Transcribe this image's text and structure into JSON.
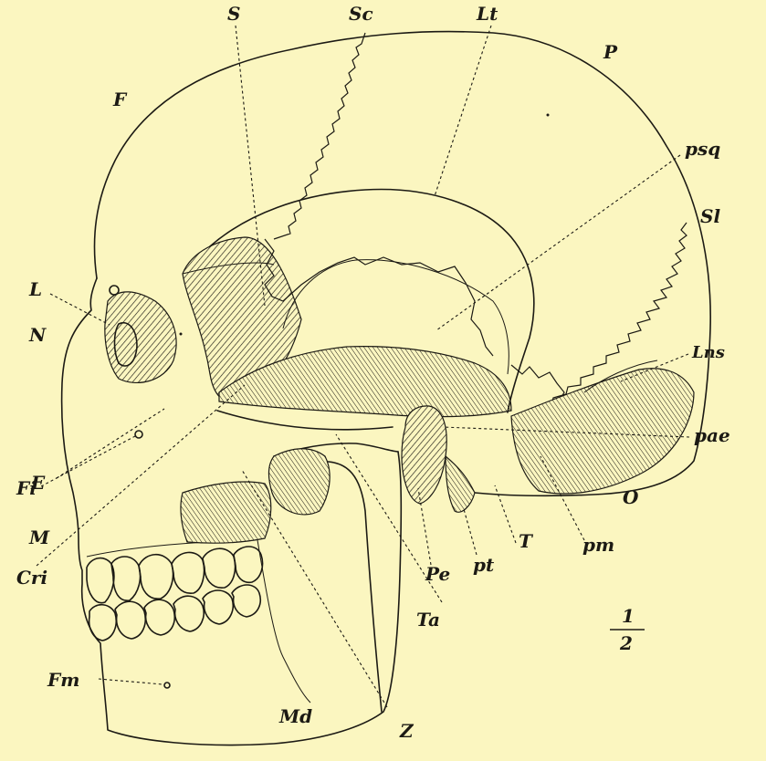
{
  "figure": {
    "scale": {
      "numerator": "1",
      "denominator": "2"
    },
    "labels": {
      "S": "S",
      "Sc": "Sc",
      "Lt": "Lt",
      "F": "F",
      "P": "P",
      "psq": "psq",
      "Sl": "Sl",
      "L": "L",
      "N": "N",
      "Lns": "Lns",
      "pae": "pae",
      "E": "E",
      "Fi": "Fi",
      "O": "O",
      "M": "M",
      "Cri": "Cri",
      "Pe": "Pe",
      "pt": "pt",
      "T": "T",
      "pm": "pm",
      "Ta": "Ta",
      "Z": "Z",
      "Fm": "Fm",
      "Md": "Md"
    }
  },
  "colors": {
    "paper": "#fbf6c0",
    "ink": "#1c1a14"
  }
}
